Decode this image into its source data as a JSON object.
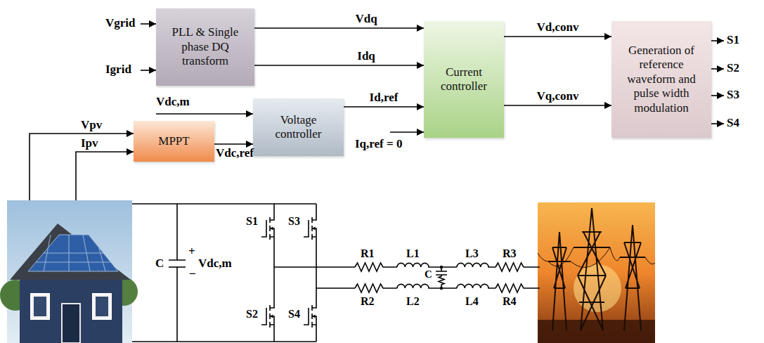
{
  "diagram": {
    "nodes": [
      {
        "text": [
          "PLL & Single phase DQ transform"
        ]
      },
      {
        "text": [
          "Current controller"
        ]
      },
      {
        "text": [
          "Generation of reference waveform and pulse width modulation"
        ]
      },
      {
        "text": [
          "Voltage controller"
        ]
      },
      {
        "text": [
          "MPPT"
        ]
      }
    ],
    "edges": [
      {
        "from": 0,
        "to": 1,
        "arrow": "to",
        "label": "Vdq"
      },
      {
        "from": 0,
        "to": 1,
        "arrow": "to",
        "label": "Idq"
      },
      {
        "from": 3,
        "to": 1,
        "arrow": "to",
        "label": "Id,ref"
      },
      {
        "from": 1,
        "to": 2,
        "arrow": "to",
        "label": "Vd,conv"
      },
      {
        "from": 1,
        "to": 2,
        "arrow": "to",
        "label": "Vq,conv"
      },
      {
        "from": 4,
        "to": 3,
        "arrow": "to",
        "label": "Vdc,ref"
      }
    ],
    "labels": [
      "Vgrid",
      "Igrid",
      "Vdc,m",
      "Iq,ref = 0",
      "Vpv",
      "Ipv",
      "S1",
      "S2",
      "S3",
      "S4",
      "C",
      "+",
      "Vdc,m",
      "−",
      "S1",
      "S3",
      "S2",
      "S4",
      "R1",
      "L1",
      "L3",
      "R3",
      "C",
      "R2",
      "L2",
      "L4",
      "R4"
    ]
  }
}
